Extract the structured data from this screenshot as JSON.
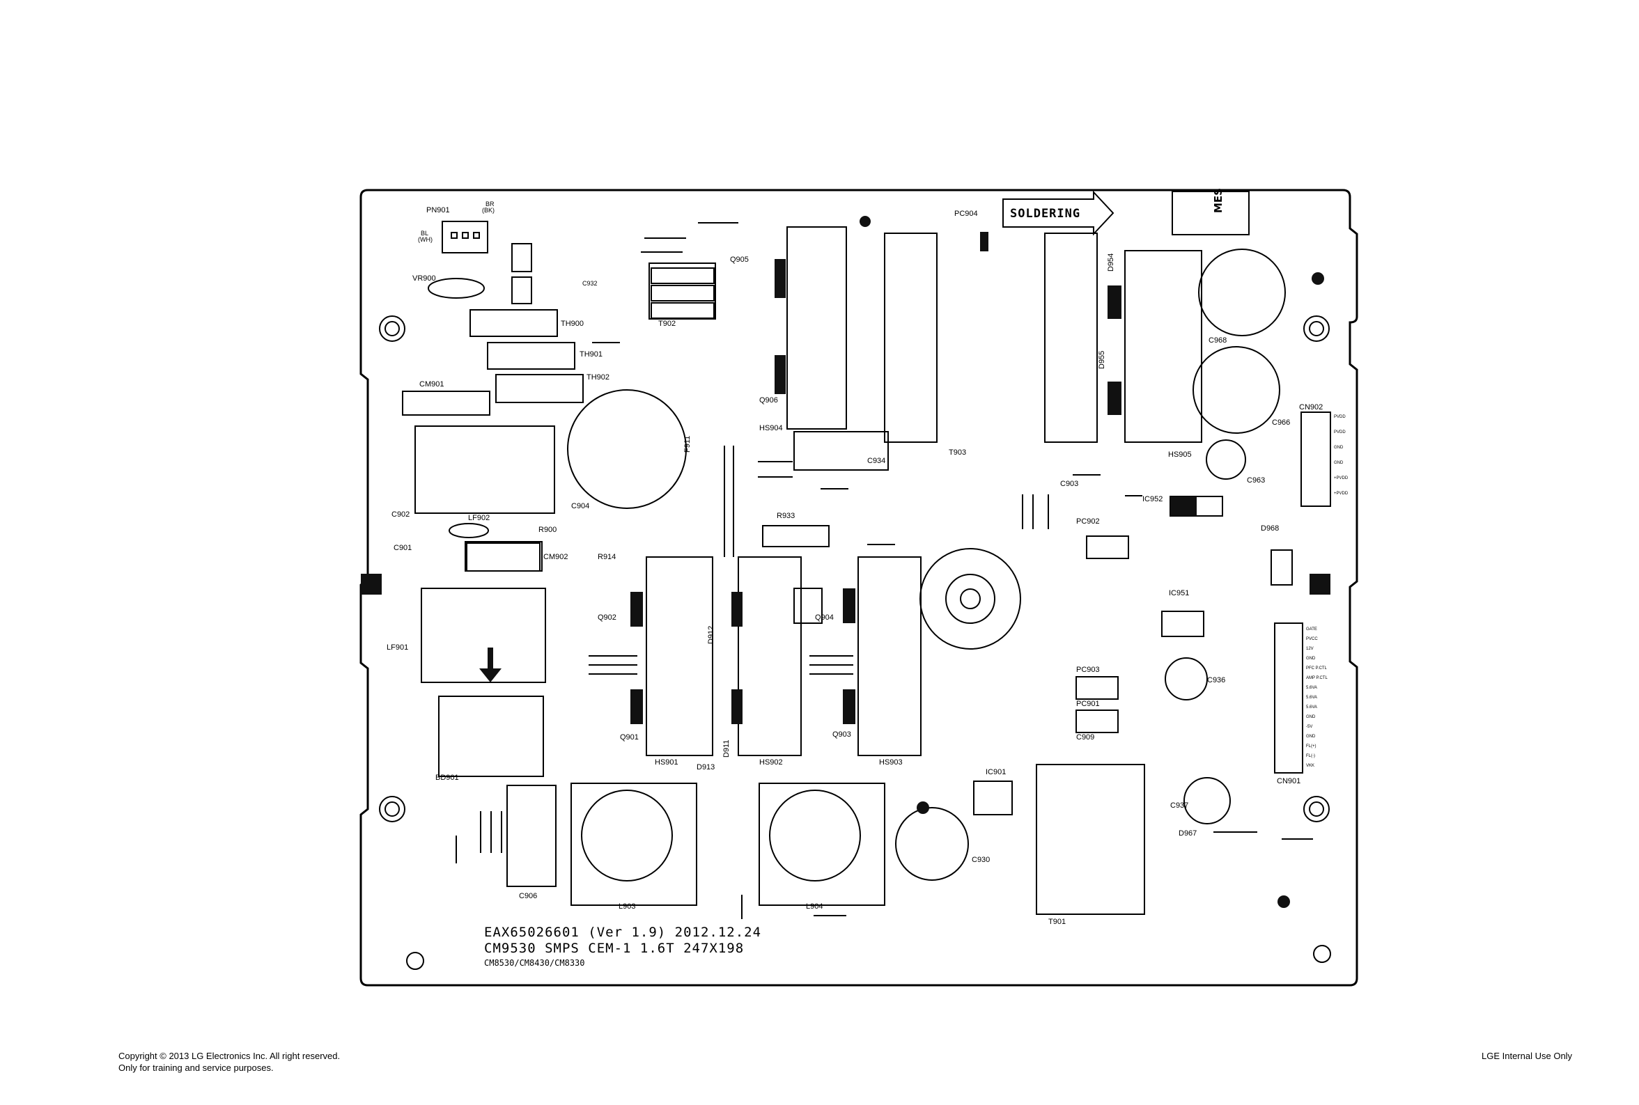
{
  "board": {
    "soldering_label": "SOLDERING",
    "mes_label": "MES",
    "silk_line1": "EAX65026601 (Ver 1.9)   2012.12.24",
    "silk_line2": "CM9530 SMPS CEM-1 1.6T 247X198",
    "silk_line3": "CM8530/CM8430/CM8330"
  },
  "components": [
    {
      "id": "pn901",
      "text": "PN901"
    },
    {
      "id": "br",
      "text": "BR"
    },
    {
      "id": "bk",
      "text": "(BK)"
    },
    {
      "id": "bl",
      "text": "BL"
    },
    {
      "id": "wh",
      "text": "(WH)"
    },
    {
      "id": "vr900",
      "text": "VR900"
    },
    {
      "id": "th900",
      "text": "TH900"
    },
    {
      "id": "th901",
      "text": "TH901"
    },
    {
      "id": "th902",
      "text": "TH902"
    },
    {
      "id": "cm901",
      "text": "CM901"
    },
    {
      "id": "c902",
      "text": "C902"
    },
    {
      "id": "c901",
      "text": "C901"
    },
    {
      "id": "lf902",
      "text": "LF902"
    },
    {
      "id": "r900",
      "text": "R900"
    },
    {
      "id": "cm902",
      "text": "CM902"
    },
    {
      "id": "r914",
      "text": "R914"
    },
    {
      "id": "lf901",
      "text": "LF901"
    },
    {
      "id": "bd901",
      "text": "BD901"
    },
    {
      "id": "c906",
      "text": "C906"
    },
    {
      "id": "c904",
      "text": "C904"
    },
    {
      "id": "t902",
      "text": "T902"
    },
    {
      "id": "c932",
      "text": "C932"
    },
    {
      "id": "q905",
      "text": "Q905"
    },
    {
      "id": "q906",
      "text": "Q906"
    },
    {
      "id": "hs904",
      "text": "HS904"
    },
    {
      "id": "f911",
      "text": "F911"
    },
    {
      "id": "c934",
      "text": "C934"
    },
    {
      "id": "r933",
      "text": "R933"
    },
    {
      "id": "q902",
      "text": "Q902"
    },
    {
      "id": "q901",
      "text": "Q901"
    },
    {
      "id": "hs901",
      "text": "HS901"
    },
    {
      "id": "d912",
      "text": "D912"
    },
    {
      "id": "d911",
      "text": "D911"
    },
    {
      "id": "d913",
      "text": "D913"
    },
    {
      "id": "hs902",
      "text": "HS902"
    },
    {
      "id": "q904",
      "text": "Q904"
    },
    {
      "id": "q903",
      "text": "Q903"
    },
    {
      "id": "hs903",
      "text": "HS903"
    },
    {
      "id": "l903",
      "text": "L903"
    },
    {
      "id": "l904",
      "text": "L904"
    },
    {
      "id": "pc904",
      "text": "PC904"
    },
    {
      "id": "t903",
      "text": "T903"
    },
    {
      "id": "d954",
      "text": "D954"
    },
    {
      "id": "d955",
      "text": "D955"
    },
    {
      "id": "c903",
      "text": "C903"
    },
    {
      "id": "hs905",
      "text": "HS905"
    },
    {
      "id": "c968",
      "text": "C968"
    },
    {
      "id": "c966",
      "text": "C966"
    },
    {
      "id": "cn902",
      "text": "CN902"
    },
    {
      "id": "c963",
      "text": "C963"
    },
    {
      "id": "ic952",
      "text": "IC952"
    },
    {
      "id": "pc902",
      "text": "PC902"
    },
    {
      "id": "d968",
      "text": "D968"
    },
    {
      "id": "ic951",
      "text": "IC951"
    },
    {
      "id": "pc903",
      "text": "PC903"
    },
    {
      "id": "pc901",
      "text": "PC901"
    },
    {
      "id": "c909",
      "text": "C909"
    },
    {
      "id": "c936",
      "text": "C936"
    },
    {
      "id": "cn901",
      "text": "CN901"
    },
    {
      "id": "ic901",
      "text": "IC901"
    },
    {
      "id": "c930",
      "text": "C930"
    },
    {
      "id": "t901",
      "text": "T901"
    },
    {
      "id": "c937",
      "text": "C937"
    },
    {
      "id": "d967",
      "text": "D967"
    }
  ],
  "cn902_pins": [
    "PVDD",
    "PVDD",
    "GND",
    "GND",
    "+PVDD",
    "+PVDD"
  ],
  "cn901_pins": [
    "GATE",
    "PVCC",
    "12V",
    "GND",
    "PFC P.CTL",
    "AMP P.CTL",
    "5.6VA",
    "5.6VA",
    "5.6VA",
    "GND",
    "-5V",
    "GND",
    "FL(+)",
    "FL(-)",
    "VKK"
  ],
  "footer": {
    "left_line1": "Copyright © 2013 LG Electronics Inc. All right reserved.",
    "left_line2": "Only for training and service purposes.",
    "right": "LGE Internal Use Only"
  }
}
